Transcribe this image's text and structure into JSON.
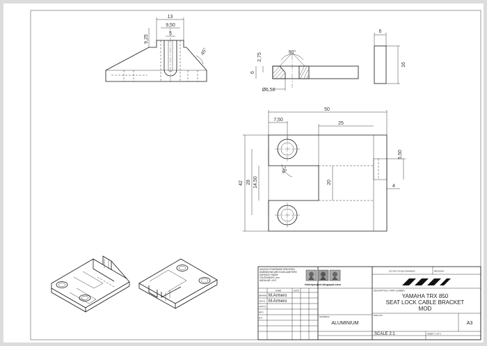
{
  "dimensions": {
    "top_width_13": "13",
    "top_width_950": "9,50",
    "top_width_5": "5",
    "top_height_925": "9,25",
    "top_chamfer_45": "45°",
    "sec_thickness_6": "6",
    "sec_width_16": "16",
    "sec_angle_90": "90°",
    "sec_depth_275": "2,75",
    "sec_height_6": "6",
    "sec_diameter": "Ø6,50",
    "front_width_50": "50",
    "front_750": "7,50",
    "front_25": "25",
    "front_42": "42",
    "front_28": "28",
    "front_1450": "14,50",
    "front_20": "20",
    "front_550": "5,50",
    "front_4": "4",
    "front_45": "45°"
  },
  "title_block": {
    "notes": [
      "UNLESS OTHERWISE SPECIFIED:",
      "DIMENSIONS ARE IN MILLIMETERS",
      "SURFACE FINISH:",
      "TOLERANCES: mm",
      "ANGULAR:  ±0.5°"
    ],
    "website": "thetrxproject.blogspot.com",
    "col_name": "NAME",
    "col_date": "DATE",
    "rows": [
      {
        "label": "DRAWN",
        "name": "M.Armero"
      },
      {
        "label": "CHK'D",
        "name": "M.Armero"
      },
      {
        "label": "APPV'D",
        "name": ""
      },
      {
        "label": "MFG",
        "name": ""
      },
      {
        "label": "Q.A",
        "name": ""
      }
    ],
    "material_label": "MATERIAL:",
    "material": "ALUMINIUM",
    "do_not_scale": "DO NOT SCALE DRAWING",
    "revision": "REVISION",
    "title_label": "DESCRIPTION / PART NUMBER",
    "title_lines": [
      "YAMAHA TRX 850",
      "SEAT LOCK CABLE BRACKET",
      "MOD"
    ],
    "dwg_label": "DWG NO.",
    "sheet_size": "A3",
    "scale": "SCALE 2:1",
    "sheet": "SHEET 1 OF 1"
  }
}
